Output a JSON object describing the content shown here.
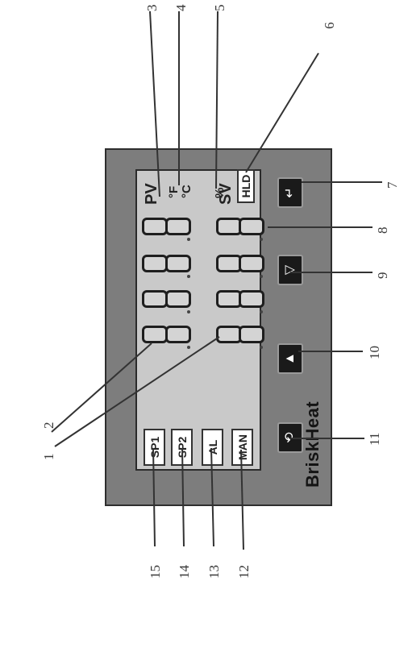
{
  "brand": "BriskHeat",
  "indicators": {
    "pv": "PV",
    "sv": "SV",
    "fahrenheit": "°F",
    "celsius": "°C",
    "percent": "%",
    "hold": "HLD"
  },
  "mode_labels": [
    "SP1",
    "SP2",
    "AL",
    "MAN"
  ],
  "buttons": {
    "cycle_icon": "cycle-arrow-icon",
    "up_icon": "up-arrow-icon",
    "down_icon": "down-arrow-icon",
    "enter_icon": "enter-return-icon"
  },
  "callouts": [
    "1",
    "2",
    "3",
    "4",
    "5",
    "6",
    "7",
    "8",
    "9",
    "10",
    "11",
    "12",
    "13",
    "14",
    "15"
  ],
  "colors": {
    "housing": "#7d7d7d",
    "lcd": "#c9c9c9",
    "button": "#1a1a1a"
  }
}
